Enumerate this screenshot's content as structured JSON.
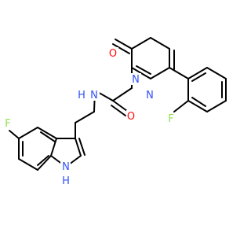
{
  "diagram": {
    "type": "chemical-structure",
    "atom_labels": {
      "o_carbonyl_ring": "O",
      "n_ring_1": "N",
      "n_ring_2": "N",
      "o_amide": "O",
      "n_amide": "N",
      "h_amide": "H",
      "f_phenyl": "F",
      "f_indole": "F",
      "nh_indole": "N",
      "h_indole": "H"
    },
    "colors": {
      "bond": "#000000",
      "oxygen": "#ff0d0d",
      "nitrogen": "#3050f8",
      "fluorine": "#90e050"
    }
  }
}
